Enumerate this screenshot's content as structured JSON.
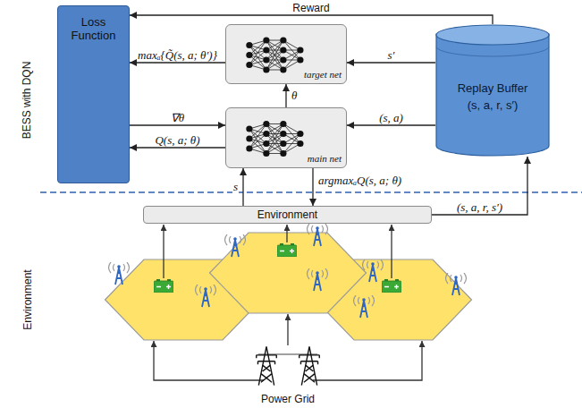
{
  "diagram": {
    "nodes": [
      {
        "text": [
          "Loss Function"
        ]
      },
      {
        "text": [
          "target net"
        ]
      },
      {
        "text": [
          "main net"
        ]
      },
      {
        "text": [
          "Replay Buffer",
          "(s, a, r, s′)"
        ]
      },
      {
        "text": [
          "Environment"
        ]
      }
    ],
    "edges": [
      {
        "from": 3,
        "to": 0,
        "label": "Reward",
        "arrow": "to"
      },
      {
        "from": 1,
        "to": 0,
        "label": "maxₐ{Q̃(s, a; θ′)}",
        "arrow": "to"
      },
      {
        "from": 3,
        "to": 1,
        "label": "s′",
        "arrow": "to"
      },
      {
        "from": 2,
        "to": 1,
        "label": "θ",
        "arrow": "to"
      },
      {
        "from": 0,
        "to": 2,
        "label": "∇θ",
        "arrow": "to"
      },
      {
        "from": 2,
        "to": 0,
        "label": "Q(s, a; θ)",
        "arrow": "to"
      },
      {
        "from": 3,
        "to": 2,
        "label": "(s, a)",
        "arrow": "to"
      },
      {
        "from": 4,
        "to": 2,
        "label": "s",
        "arrow": "to"
      },
      {
        "from": 2,
        "to": 4,
        "label": "argmaxₐQ(s, a; θ)",
        "arrow": "to"
      },
      {
        "from": 4,
        "to": 3,
        "label": "(s, a, r, s′)",
        "arrow": "to"
      }
    ],
    "labels": [
      "BESS with DQN",
      "Environment",
      "Power Grid"
    ]
  }
}
